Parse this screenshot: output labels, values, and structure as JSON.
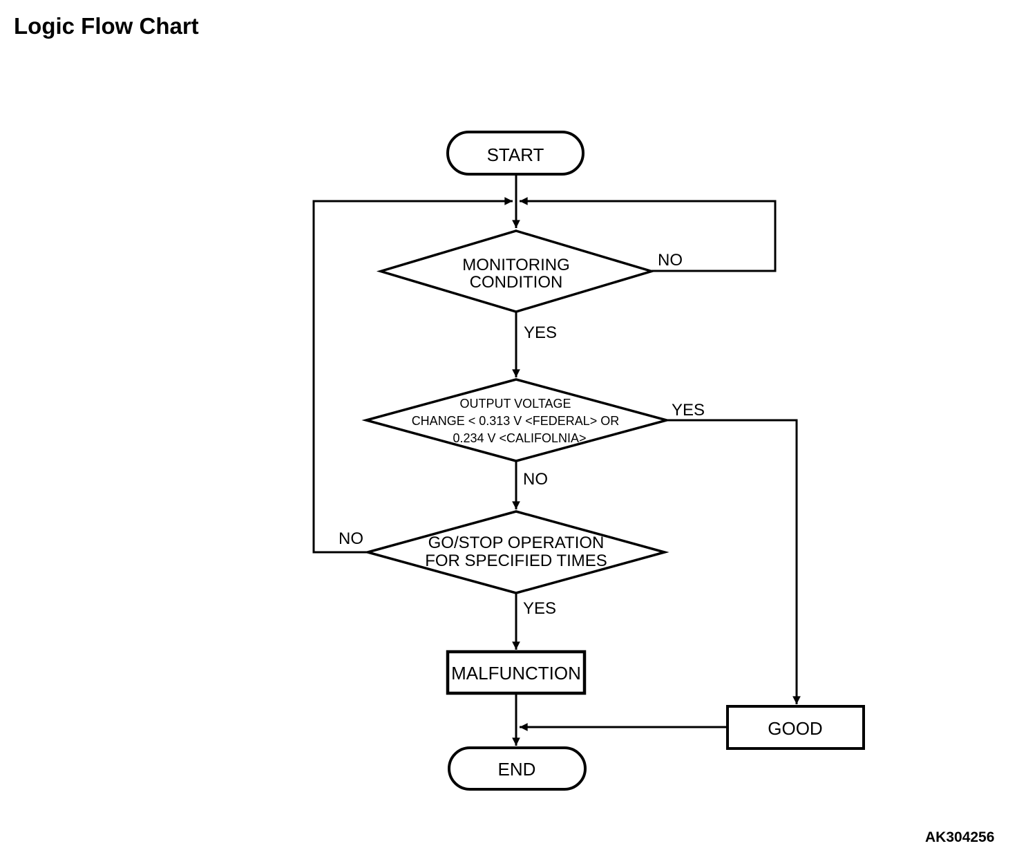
{
  "page": {
    "title": "Logic Flow Chart",
    "figure_code": "AK304256",
    "colors": {
      "line": "#000000",
      "background": "#ffffff"
    }
  },
  "flowchart": {
    "nodes": {
      "start": {
        "type": "terminator",
        "label": "START"
      },
      "monitoring": {
        "type": "decision",
        "lines": [
          "MONITORING",
          "CONDITION"
        ]
      },
      "output_voltage": {
        "type": "decision",
        "lines": [
          "OUTPUT VOLTAGE",
          "CHANGE < 0.313 V <FEDERAL> OR",
          "0.234 V <CALIFOLNIA>"
        ]
      },
      "go_stop": {
        "type": "decision",
        "lines": [
          "GO/STOP OPERATION",
          "FOR SPECIFIED TIMES"
        ]
      },
      "malfunction": {
        "type": "process",
        "label": "MALFUNCTION"
      },
      "good": {
        "type": "process",
        "label": "GOOD"
      },
      "end": {
        "type": "terminator",
        "label": "END"
      }
    },
    "edges": {
      "monitoring_no": {
        "label": "NO"
      },
      "monitoring_yes": {
        "label": "YES"
      },
      "output_voltage_yes": {
        "label": "YES"
      },
      "output_voltage_no": {
        "label": "NO"
      },
      "go_stop_no": {
        "label": "NO"
      },
      "go_stop_yes": {
        "label": "YES"
      }
    }
  }
}
